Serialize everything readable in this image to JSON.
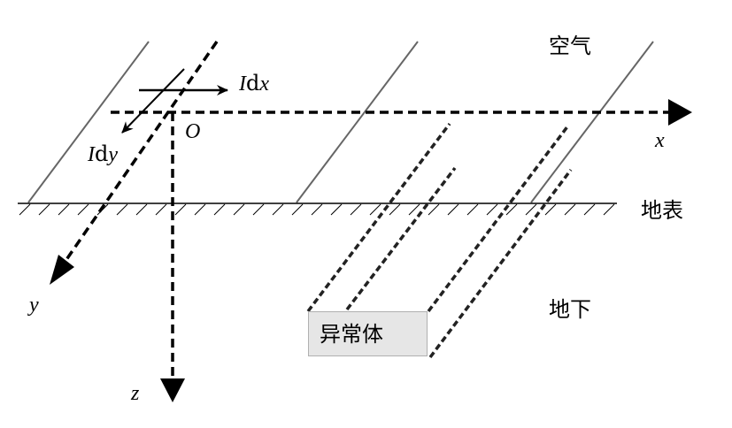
{
  "labels": {
    "air": "空气",
    "surface": "地表",
    "underground": "地下",
    "anomaly": "异常体",
    "x_axis": "x",
    "y_axis": "y",
    "z_axis": "z",
    "origin": "O",
    "idx_I": "I",
    "idx_d": "d",
    "idx_var": "x",
    "idy_I": "I",
    "idy_d": "d",
    "idy_var": "y"
  }
}
